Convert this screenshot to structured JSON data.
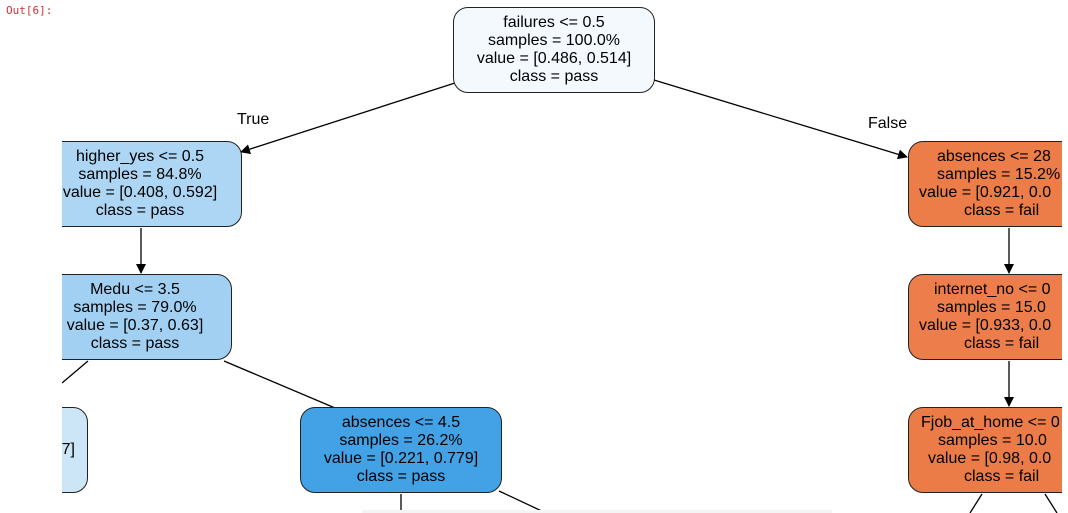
{
  "output_prompt": "Out[6]:",
  "edge_labels": {
    "true": "True",
    "false": "False"
  },
  "colors": {
    "root": "#f4f9fe",
    "higher_yes": "#acd6f4",
    "medu": "#a1d0f3",
    "absences_left": "#43a2e6",
    "partial_left": "#cce6f8",
    "absences_right": "#ec7c48",
    "internet_no": "#ed7e4c",
    "fjob_at_home": "#ec7c47"
  },
  "nodes": {
    "root": {
      "line1": "failures <= 0.5",
      "line2": "samples = 100.0%",
      "line3": "value = [0.486, 0.514]",
      "line4": "class = pass"
    },
    "higher_yes": {
      "line1": "higher_yes <= 0.5",
      "line2": "samples = 84.8%",
      "line3": "value = [0.408, 0.592]",
      "line4": "class = pass"
    },
    "medu": {
      "line1": "Medu <= 3.5",
      "line2": "samples = 79.0%",
      "line3": "value = [0.37, 0.63]",
      "line4": "class = pass"
    },
    "partial_left": {
      "line1": "7]"
    },
    "absences_left": {
      "line1": "absences <= 4.5",
      "line2": "samples = 26.2%",
      "line3": "value = [0.221, 0.779]",
      "line4": "class = pass"
    },
    "absences_right": {
      "line1": "absences <= 28",
      "line2": "samples = 15.2%",
      "line3": "value = [0.921, 0.0",
      "line4": "class = fail"
    },
    "internet_no": {
      "line1": "internet_no <= 0",
      "line2": "samples = 15.0",
      "line3": "value = [0.933, 0.0",
      "line4": "class = fail"
    },
    "fjob_at_home": {
      "line1": "Fjob_at_home <= 0",
      "line2": "samples = 10.0",
      "line3": "value = [0.98, 0.0",
      "line4": "class = fail"
    }
  }
}
